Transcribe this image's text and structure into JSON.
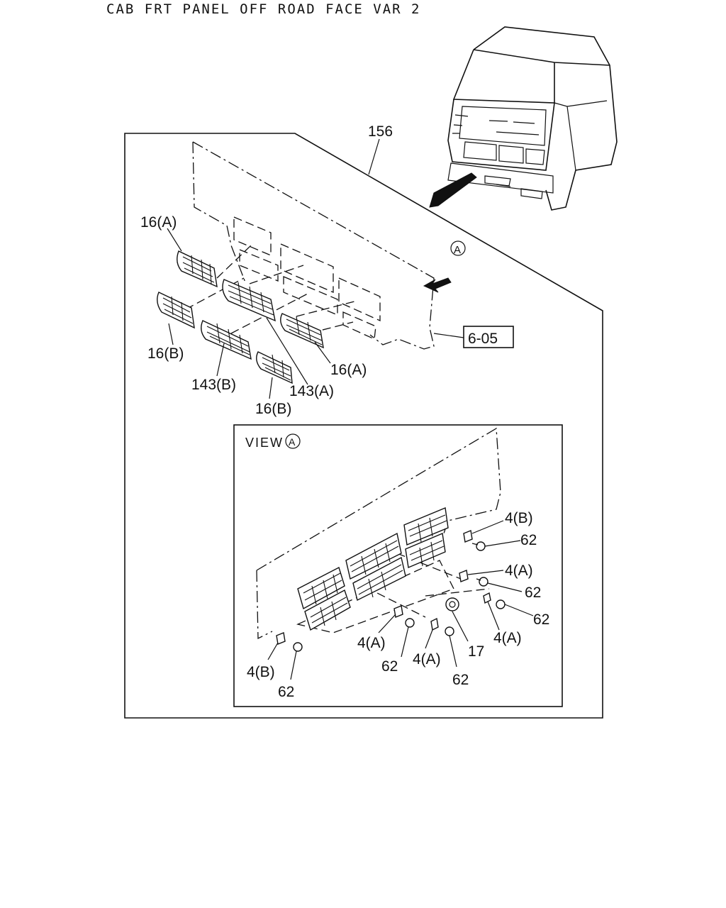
{
  "header": {
    "title": "CAB FRT PANEL OFF ROAD FACE VAR 2"
  },
  "callouts": {
    "panel": "156",
    "grille_upper_left": "16(A)",
    "grille_lower_left": "16(B)",
    "grille_center_lower": "143(B)",
    "grille_center_upper": "143(A)",
    "grille_right_upper": "16(A)",
    "grille_right_lower": "16(B)",
    "ref_box": "6-05",
    "view_marker": "A"
  },
  "view_a": {
    "title": "VIEW",
    "marker": "A",
    "labels": {
      "clip_4b_top": "4(B)",
      "screw_62_top": "62",
      "clip_4a_mid": "4(A)",
      "screw_62_mid": "62",
      "screw_62_right": "62",
      "clip_4a_right": "4(A)",
      "fastener_17": "17",
      "screw_62_bottom_center": "62",
      "clip_4a_bottom_center": "4(A)",
      "screw_62_lower": "62",
      "clip_4a_lower": "4(A)",
      "clip_4b_left": "4(B)",
      "screw_62_left": "62"
    }
  }
}
